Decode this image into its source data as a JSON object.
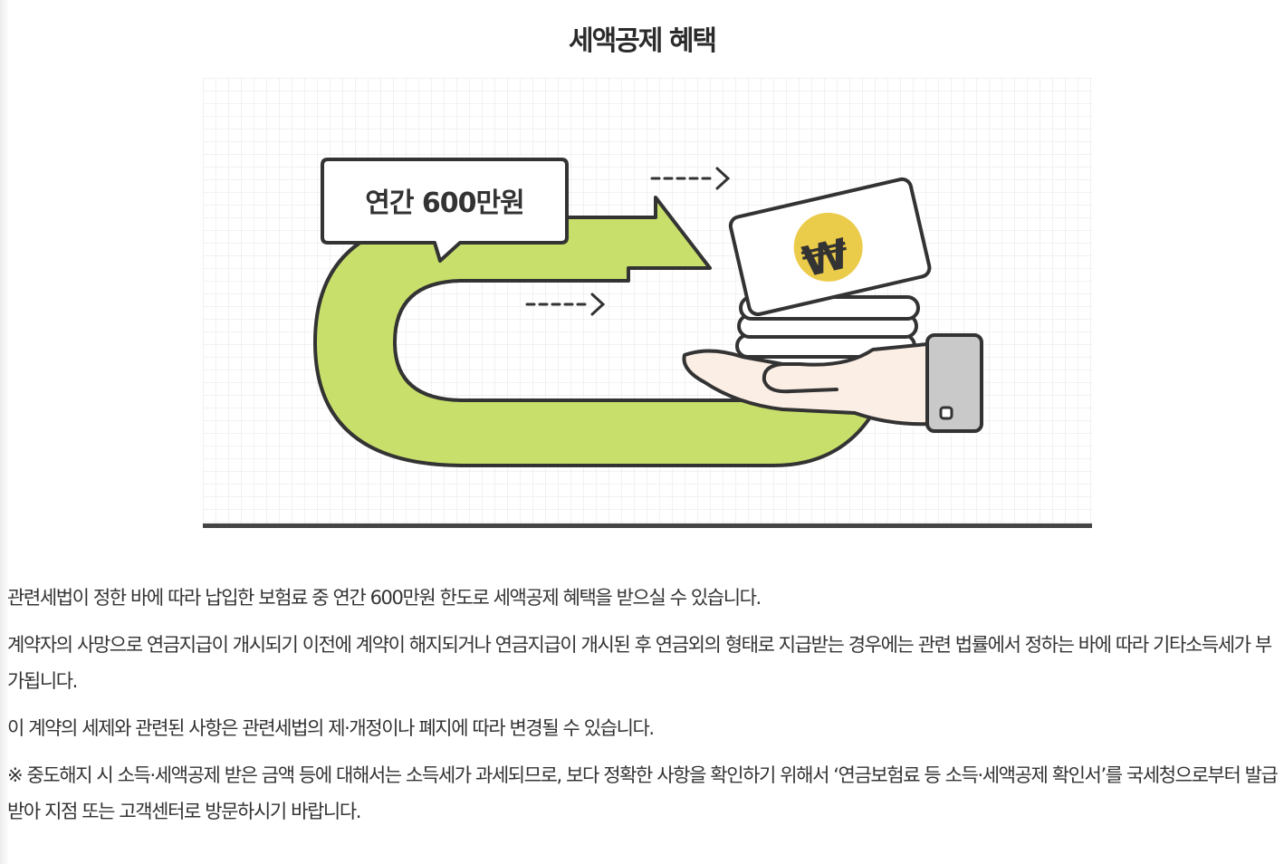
{
  "page": {
    "title": "세액공제 혜택"
  },
  "illustration": {
    "bubble_text": "연간 600만원",
    "currency_symbol": "₩",
    "colors": {
      "arrow_green": "#c8e06b",
      "coin_yellow": "#ebcb4a",
      "outline": "#333333",
      "grid": "#ececec",
      "hand": "#fbeee5",
      "cuff": "#c9c9c9"
    }
  },
  "body": {
    "paragraphs": [
      "관련세법이 정한 바에 따라 납입한 보험료 중 연간 600만원 한도로 세액공제 혜택을 받으실 수 있습니다.",
      "계약자의 사망으로 연금지급이 개시되기 이전에 계약이 해지되거나 연금지급이 개시된 후 연금외의 형태로 지급받는 경우에는 관련 법률에서 정하는 바에 따라 기타소득세가 부가됩니다.",
      "이 계약의 세제와 관련된 사항은 관련세법의 제·개정이나 폐지에 따라 변경될 수 있습니다.",
      "※ 중도해지 시 소득·세액공제 받은 금액 등에 대해서는 소득세가 과세되므로, 보다 정확한 사항을 확인하기 위해서 ‘연금보험료 등 소득·세액공제 확인서’를 국세청으로부터 발급받아 지점 또는 고객센터로 방문하시기 바랍니다."
    ]
  }
}
